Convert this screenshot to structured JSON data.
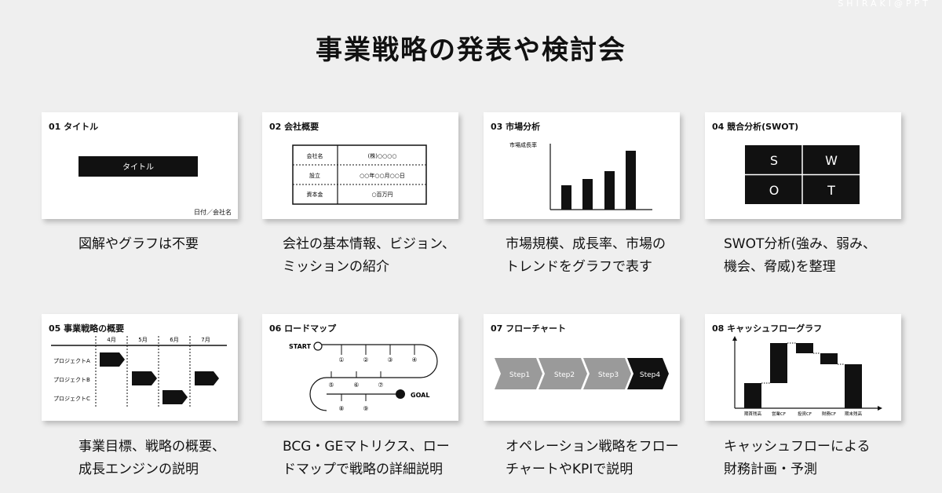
{
  "brand": "SHIRAKI@PPT",
  "title": "事業戦略の発表や検討会",
  "slides": [
    {
      "title": "01 タイトル",
      "desc": [
        "図解やグラフは不要"
      ],
      "content": {
        "bar_label": "タイトル",
        "footer": "日付／会社名"
      }
    },
    {
      "title": "02 会社概要",
      "desc": [
        "会社の基本情報、ビジョン、",
        "ミッションの紹介"
      ],
      "content": {
        "rows": [
          {
            "label": "会社名",
            "value": "(株)○○○○"
          },
          {
            "label": "設立",
            "value": "○○年○○月○○日"
          },
          {
            "label": "資本金",
            "value": "○百万円"
          }
        ]
      }
    },
    {
      "title": "03 市場分析",
      "desc": [
        "市場規模、成長率、市場の",
        "トレンドをグラフで表す"
      ],
      "content": {
        "ylabel": "市場成長率"
      }
    },
    {
      "title": "04 競合分析(SWOT)",
      "desc": [
        "SWOT分析(強み、弱み、",
        "機会、脅威)を整理"
      ],
      "content": {
        "cells": [
          "S",
          "W",
          "O",
          "T"
        ]
      }
    },
    {
      "title": "05 事業戦略の概要",
      "desc": [
        "事業目標、戦略の概要、",
        "成長エンジンの説明"
      ],
      "content": {
        "months": [
          "4月",
          "5月",
          "6月",
          "7月"
        ],
        "projects": [
          "プロジェクトA",
          "プロジェクトB",
          "プロジェクトC"
        ]
      }
    },
    {
      "title": "06 ロードマップ",
      "desc": [
        "BCG・GEマトリクス、ロー",
        "ドマップで戦略の詳細説明"
      ],
      "content": {
        "start": "START",
        "goal": "GOAL",
        "markers": [
          "①",
          "②",
          "③",
          "④",
          "⑤",
          "⑥",
          "⑦",
          "⑧",
          "⑨"
        ]
      }
    },
    {
      "title": "07 フローチャート",
      "desc": [
        "オペレーション戦略をフロー",
        "チャートやKPIで説明"
      ],
      "content": {
        "steps": [
          "Step1",
          "Step2",
          "Step3",
          "Step4"
        ]
      }
    },
    {
      "title": "08 キャッシュフローグラフ",
      "desc": [
        "キャッシュフローによる",
        "財務計画・予測"
      ],
      "content": {
        "labels": [
          "期首残高",
          "営業CF",
          "投資CF",
          "財務CF",
          "期末残高"
        ]
      }
    }
  ]
}
